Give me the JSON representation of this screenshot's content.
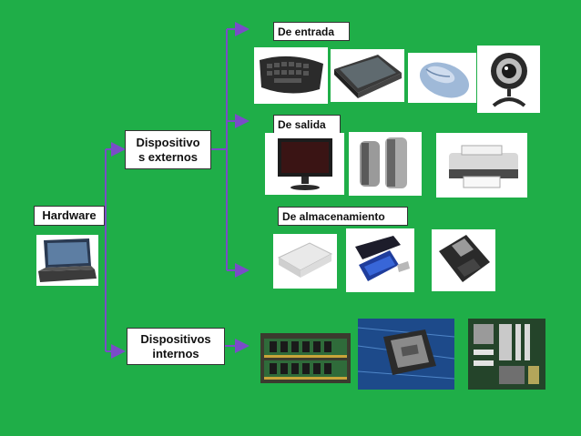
{
  "nodes": {
    "root": "Hardware",
    "external": [
      "Dispositivo",
      "s externos"
    ],
    "internal": [
      "Dispositivos",
      "internos"
    ],
    "input": "De entrada",
    "output": "De salida",
    "storage": "De almacenamiento"
  },
  "colors": {
    "background": "#1fae48",
    "connector": "#7a4cc8"
  },
  "images": {
    "root": [
      "laptop-icon"
    ],
    "input": [
      "keyboard-icon",
      "scanner-icon",
      "mouse-icon",
      "webcam-icon"
    ],
    "output": [
      "monitor-icon",
      "speakers-icon",
      "printer-icon"
    ],
    "storage": [
      "external-drive-icon",
      "usb-flash-drive-icon",
      "floppy-disk-icon"
    ],
    "internal": [
      "ram-module-icon",
      "cpu-chip-icon",
      "motherboard-icon"
    ]
  }
}
